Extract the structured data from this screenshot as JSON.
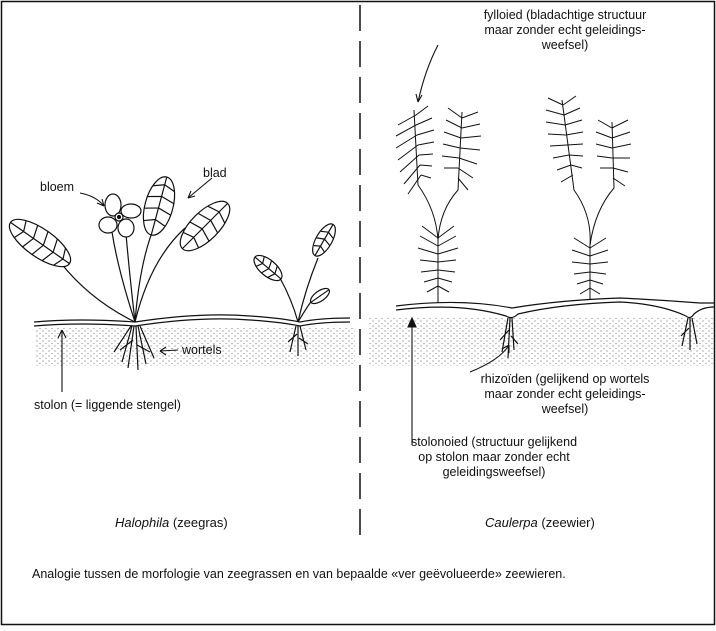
{
  "diagram": {
    "halophila": {
      "name_italic": "Halophila",
      "name_rest": "(zeegras)",
      "labels": {
        "bloem": "bloem",
        "blad": "blad",
        "wortels": "wortels",
        "stolon": "stolon (= liggende stengel)"
      }
    },
    "caulerpa": {
      "name_italic": "Caulerpa",
      "name_rest": "(zeewier)",
      "labels": {
        "fylloied": [
          "fylloied (bladachtige structuur",
          "maar zonder echt geleidings-",
          "weefsel)"
        ],
        "rhizoiden": [
          "rhizoïden (gelijkend op wortels",
          "maar zonder echt geleidings-",
          "weefsel)"
        ],
        "stolonoied": [
          "stolonoied (structuur gelijkend",
          "op stolon maar zonder echt",
          "geleidingsweefsel)"
        ]
      }
    },
    "caption": "Analogie tussen de morfologie van zeegrassen en van bepaalde «ver geëvolueerde» zeewieren."
  }
}
